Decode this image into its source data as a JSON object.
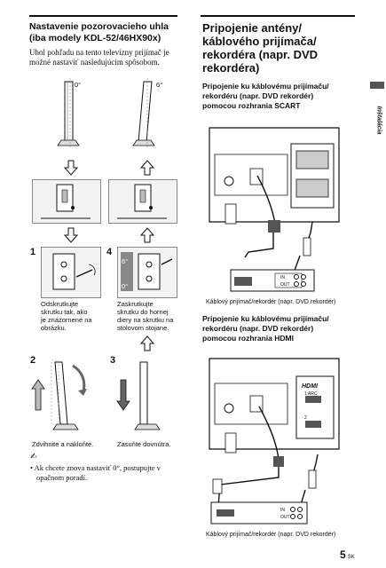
{
  "left": {
    "title_line1": "Nastavenie pozorovacieho uhla",
    "title_line2": "(iba modely KDL-52/46HX90x)",
    "intro_line1": "Uhol pohľadu na tento televízny prijímač je",
    "intro_line2": "možné nastaviť nasledujúcim spôsobom.",
    "angle_0": "0°",
    "angle_6": "6°",
    "step1_num": "1",
    "step1_line1": "Odskrutkujte",
    "step1_line2": "skrutku tak, ako",
    "step1_line3": "je znázornené na",
    "step1_line4": "obrázku.",
    "step4_num": "4",
    "step4_line1": "Zaskrutkujte",
    "step4_line2": "skrutku do hornej",
    "step4_line3": "diery na skrutku na",
    "step4_line4": "stolovom stojane.",
    "step4_inset_6": "6°",
    "step4_inset_0": "0°",
    "step2_num": "2",
    "step2_caption": "Zdvihnite a nakloňte.",
    "step3_num": "3",
    "step3_caption": "Zasuňte dovnútra.",
    "note_icon": "✍",
    "note_line1": "• Ak chcete znova nastaviť 0°, postupujte v",
    "note_line2": "opačnom poradí."
  },
  "right": {
    "title_line1": "Pripojenie antény/",
    "title_line2": "káblového prijímača/",
    "title_line3": "rekordéra (napr. DVD",
    "title_line4": "rekordéra)",
    "scart_heading_line1": "Pripojenie ku káblovému prijímaču/",
    "scart_heading_line2": "rekordéru (napr. DVD rekordér)",
    "scart_heading_line3": "pomocou rozhrania SCART",
    "scart_caption": "Káblový prijímač/rekordér (napr. DVD rekordér)",
    "hdmi_heading_line1": "Pripojenie ku káblovému prijímaču/",
    "hdmi_heading_line2": "rekordéru (napr. DVD rekordér)",
    "hdmi_heading_line3": "pomocou rozhrania HDMI",
    "hdmi_caption": "Káblový prijímač/rekordér (napr. DVD rekordér)",
    "in_label": "IN",
    "out_label": "OUT",
    "hdmi_logo": "HDMI",
    "arc_label": "1 ARC",
    "port_2": "2"
  },
  "side_tab": "Inštalácia",
  "page_number": "5",
  "page_lang": "SK"
}
